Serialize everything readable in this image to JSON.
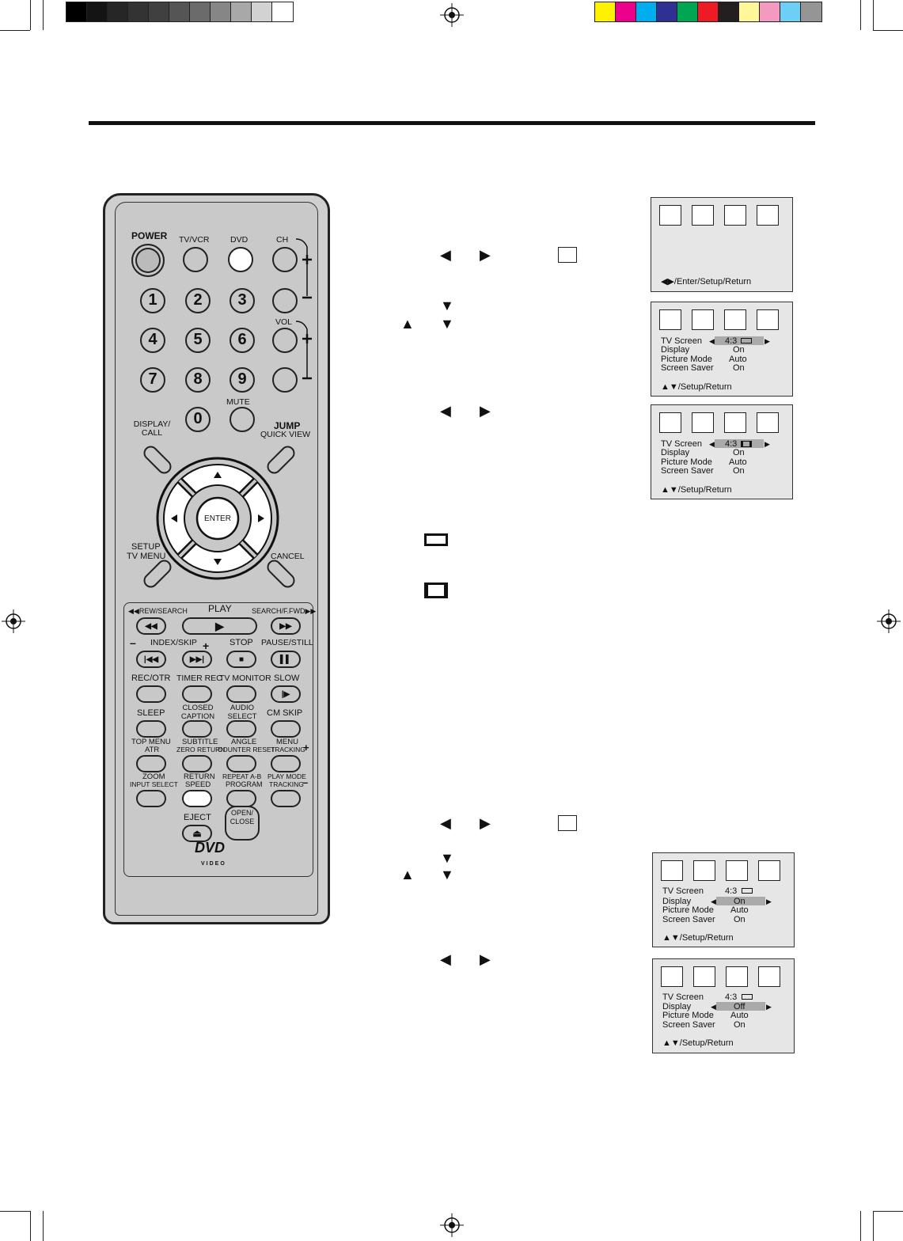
{
  "colors": {
    "gray_ramp": [
      "#000000",
      "#141414",
      "#262626",
      "#333333",
      "#404040",
      "#555555",
      "#6b6b6b",
      "#868686",
      "#a8a8a8",
      "#d2d2d2",
      "#ffffff"
    ],
    "process": [
      "#fff200",
      "#ec008c",
      "#00aeef",
      "#2e3192",
      "#00a651",
      "#ed1c24",
      "#231f20",
      "#fff799",
      "#f49ac1",
      "#6dcff6",
      "#959595"
    ]
  },
  "remote": {
    "top_labels": {
      "power": "POWER",
      "tv_vcr": "TV/VCR",
      "dvd": "DVD",
      "ch": "CH",
      "vol": "VOL",
      "mute": "MUTE"
    },
    "plus": "+",
    "minus": "–",
    "numbers": [
      "1",
      "2",
      "3",
      "4",
      "5",
      "6",
      "7",
      "8",
      "9",
      "0"
    ],
    "display_call": "DISPLAY/\nCALL",
    "jump": "JUMP",
    "quick_view": "QUICK VIEW",
    "enter": "ENTER",
    "setup": "SETUP",
    "tv_menu": "TV MENU",
    "cancel": "CANCEL",
    "rew_search": "◀◀REW/SEARCH",
    "play": "PLAY",
    "search_ffwd": "SEARCH/F.FWD▶▶",
    "index_skip": "INDEX/SKIP",
    "stop": "STOP",
    "pause_still": "PAUSE/STILL",
    "rec_otr": "REC/OTR",
    "timer_rec": "TIMER REC",
    "tv_monitor": "TV MONITOR",
    "slow": "SLOW",
    "sleep": "SLEEP",
    "closed_caption": "CLOSED\nCAPTION",
    "audio_select": "AUDIO\nSELECT",
    "cm_skip": "CM SKIP",
    "top_menu": "TOP MENU",
    "atr": "ATR",
    "subtitle": "SUBTITLE",
    "zero_return": "ZERO RETURN",
    "angle": "ANGLE",
    "counter_reset": "COUNTER RESET",
    "menu": "MENU",
    "tracking_plus": "TRACKING",
    "zoom": "ZOOM",
    "input_select": "INPUT SELECT",
    "return": "RETURN",
    "speed": "SPEED",
    "repeat_ab": "REPEAT A-B",
    "program": "PROGRAM",
    "play_mode": "PLAY MODE",
    "tracking_minus": "TRACKING",
    "eject": "EJECT",
    "open_close": "OPEN/\nCLOSE",
    "logo_dvd": "DVD",
    "logo_video": "VIDEO"
  },
  "osd": {
    "screen1": {
      "footer": "◀▶/Enter/Setup/Return"
    },
    "screen2": {
      "rows": [
        "TV Screen",
        "Display",
        "Picture Mode",
        "Screen Saver"
      ],
      "values": [
        "4:3",
        "On",
        "Auto",
        "On"
      ],
      "footer": "▲▼/Setup/Return"
    },
    "screen3": {
      "rows": [
        "TV Screen",
        "Display",
        "Picture Mode",
        "Screen Saver"
      ],
      "values": [
        "4:3",
        "On",
        "Auto",
        "On"
      ],
      "footer": "▲▼/Setup/Return"
    },
    "screen4": {
      "rows": [
        "TV Screen",
        "Display",
        "Picture Mode",
        "Screen Saver"
      ],
      "values": [
        "4:3",
        "On",
        "Auto",
        "On"
      ],
      "footer": "▲▼/Setup/Return"
    },
    "screen5": {
      "rows": [
        "TV Screen",
        "Display",
        "Picture Mode",
        "Screen Saver"
      ],
      "values": [
        "4:3",
        "Off",
        "Auto",
        "On"
      ],
      "footer": "▲▼/Setup/Return"
    }
  }
}
